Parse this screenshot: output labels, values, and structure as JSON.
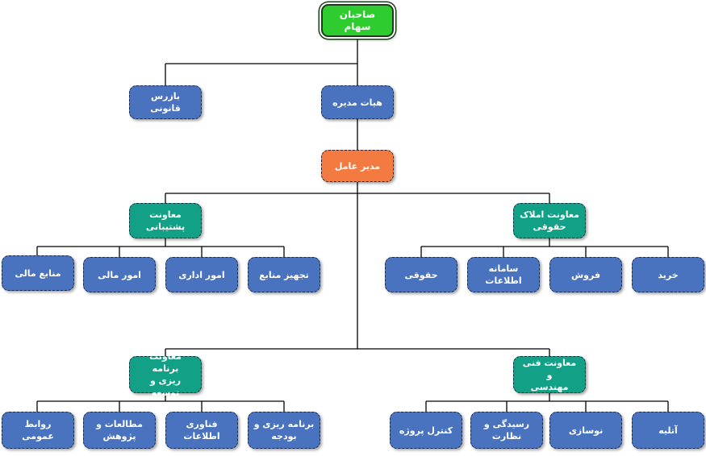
{
  "org_chart": {
    "shareholders": "صاحبان سهام",
    "legal_inspector": "بازرس قانونی",
    "board": "هیات مدیره",
    "ceo": "مدیر عامل",
    "support_deputy": "معاونت پشتیبانی",
    "property_deputy": "معاونت املاک\nحقوقی",
    "support_units": [
      "منابع مالی",
      "امور مالی",
      "امور اداری",
      "تجهیز منابع"
    ],
    "property_units": [
      "حقوقی",
      "سامانه اطلاعات",
      "فروش",
      "خرید"
    ],
    "planning_deputy": "معاونت برنامه\nریزی و توسعه",
    "technical_deputy": "معاونت فنی و\nمهندسی",
    "planning_units": [
      "روابط عمومی",
      "مطالعات و پژوهش",
      "فناوری اطلاعات",
      "برنامه ریزی و\nبودجه"
    ],
    "technical_units": [
      "کنترل پروژه",
      "رسیدگی و نظارت",
      "نوسازی",
      "آتلیه"
    ]
  },
  "colors": {
    "unit": "#4a73bf",
    "deputy": "#12a086",
    "ceo": "#f37b42",
    "top": "#2ecc2e",
    "connector": "#000000"
  }
}
